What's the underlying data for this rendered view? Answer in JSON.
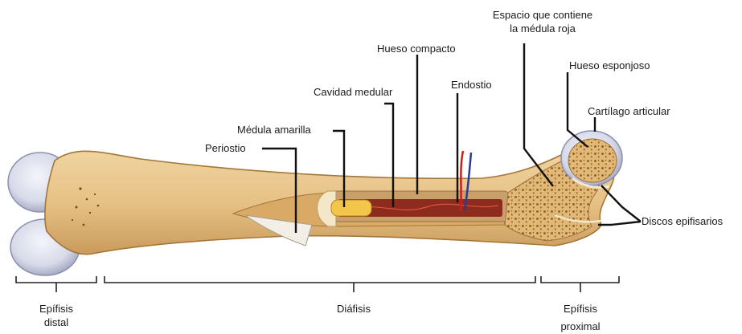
{
  "labels": {
    "espacio_medula_roja_line1": "Espacio que contiene",
    "espacio_medula_roja_line2": "la médula roja",
    "hueso_compacto": "Hueso compacto",
    "hueso_esponjoso": "Hueso esponjoso",
    "endostio": "Endostio",
    "cavidad_medular": "Cavidad medular",
    "cartilago_articular": "Cartílago articular",
    "medula_amarilla": "Médula amarilla",
    "periostio": "Periostio",
    "discos_epifisarios": "Discos epifisarios"
  },
  "regions": {
    "epifisis_distal_line1": "Epífisis",
    "epifisis_distal_line2": "distal",
    "diafisis": "Diáfisis",
    "epifisis_proximal_line1": "Epífisis",
    "epifisis_proximal_line2": "proximal"
  },
  "colors": {
    "bone": "#e9c88f",
    "bone_shadow": "#c99b5c",
    "cartilage": "#d9dcec",
    "marrow_red": "#8c2b1e",
    "marrow_yellow": "#f2c64a",
    "artery": "#c8201c",
    "vein": "#2a3aa0"
  }
}
